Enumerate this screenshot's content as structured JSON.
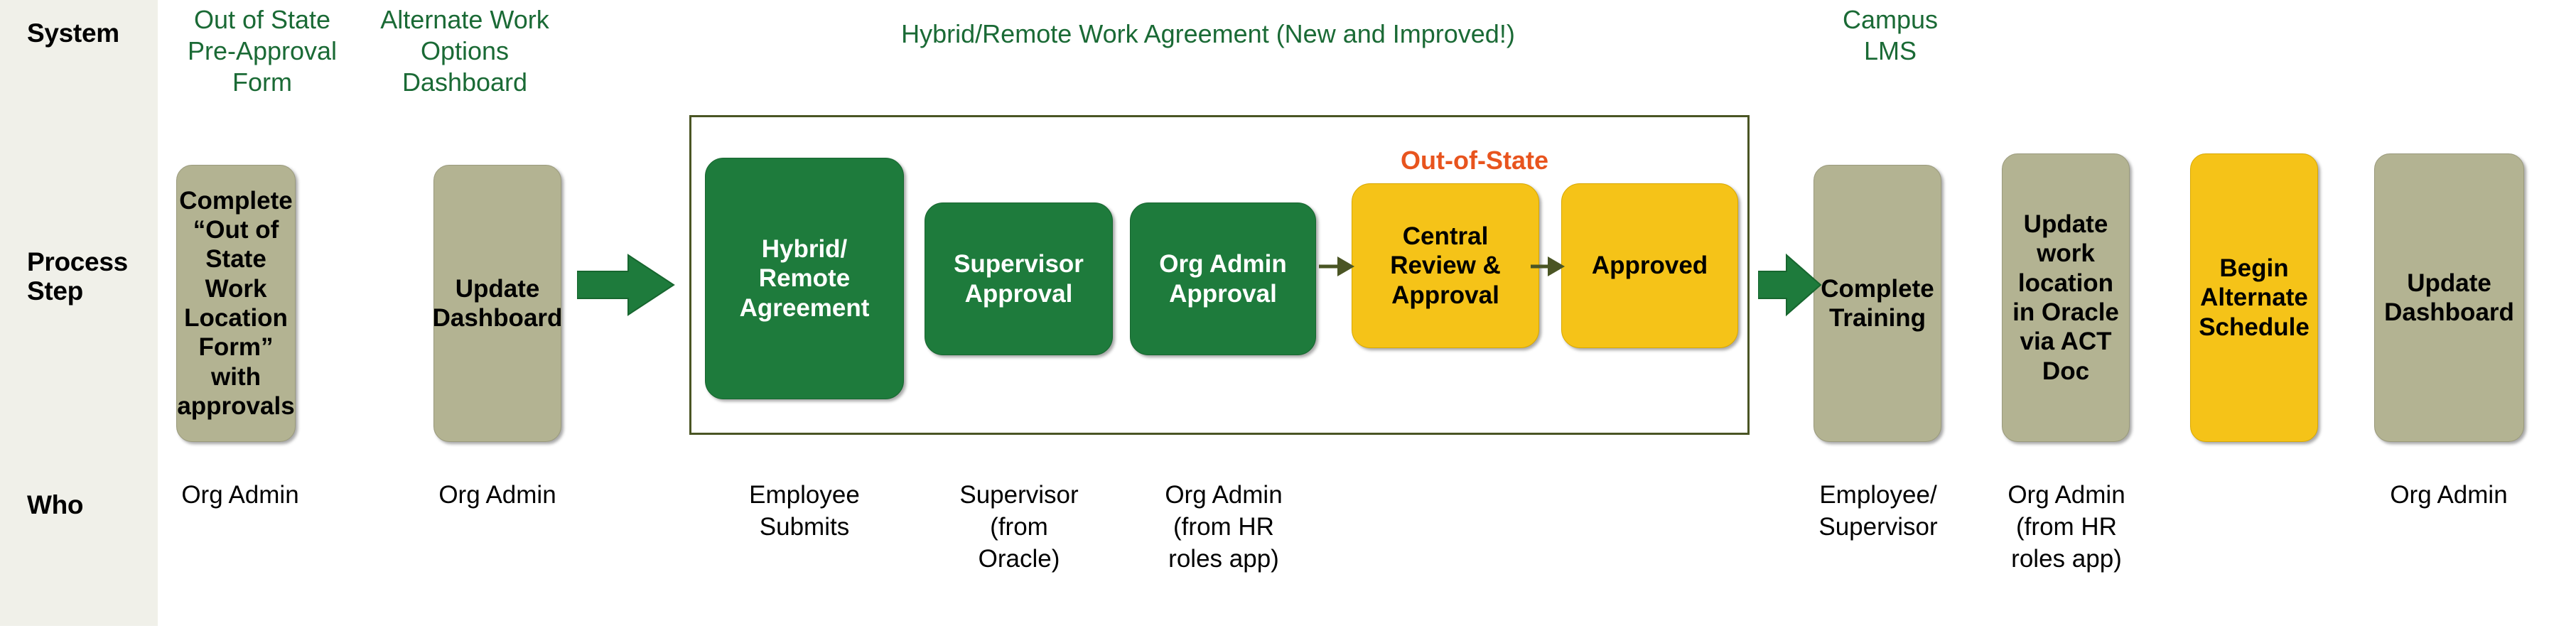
{
  "row_labels": {
    "system": "System",
    "process_step": "Process\nStep",
    "system_line1": "System",
    "process_line1": "Process",
    "process_line2": "Step",
    "who": "Who"
  },
  "colors": {
    "green_text": "#1A6A35",
    "green_box": "#1E7B3C",
    "khaki_box": "#B3B392",
    "yellow_box": "#F5C318",
    "orange_annotation": "#E8541E",
    "group_border": "#4A5524",
    "label_column_bg": "#F0F0E9",
    "arrow_green": "#1E7B3C",
    "arrow_olive": "#4A5524"
  },
  "systems": [
    {
      "id": "out-of-state-pre-approval-form",
      "lines": [
        "Out of State",
        "Pre-Approval",
        "Form"
      ]
    },
    {
      "id": "alternate-work-options-dashboard",
      "lines": [
        "Alternate Work",
        "Options",
        "Dashboard"
      ]
    },
    {
      "id": "hybrid-remote-work-agreement",
      "lines": [
        "Hybrid/Remote Work Agreement (New and Improved!)"
      ]
    },
    {
      "id": "campus-lms",
      "lines": [
        "Campus",
        "LMS"
      ]
    }
  ],
  "annotations": [
    {
      "id": "out-of-state",
      "text": "Out-of-State"
    }
  ],
  "process_steps": [
    {
      "id": "complete-out-of-state-work-location-form",
      "style": "khaki",
      "lines": [
        "Complete",
        "“Out of State",
        "Work",
        "Location",
        "Form” with",
        "approvals"
      ]
    },
    {
      "id": "update-dashboard-1",
      "style": "khaki",
      "lines": [
        "Update",
        "Dashboard"
      ]
    },
    {
      "id": "hybrid-remote-agreement",
      "style": "green",
      "lines": [
        "Hybrid/",
        "Remote",
        "Agreement"
      ]
    },
    {
      "id": "supervisor-approval",
      "style": "green",
      "lines": [
        "Supervisor",
        "Approval"
      ]
    },
    {
      "id": "org-admin-approval",
      "style": "green",
      "lines": [
        "Org Admin",
        "Approval"
      ]
    },
    {
      "id": "central-review-and-approval",
      "style": "yellow",
      "lines": [
        "Central",
        "Review &",
        "Approval"
      ]
    },
    {
      "id": "approved",
      "style": "yellow",
      "lines": [
        "Approved"
      ]
    },
    {
      "id": "complete-training",
      "style": "khaki",
      "lines": [
        "Complete",
        "Training"
      ]
    },
    {
      "id": "update-work-location-in-oracle-via-act-doc",
      "style": "khaki",
      "lines": [
        "Update",
        "work",
        "location",
        "in Oracle",
        "via ACT",
        "Doc"
      ]
    },
    {
      "id": "begin-alternate-schedule",
      "style": "yellow",
      "lines": [
        "Begin",
        "Alternate",
        "Schedule"
      ]
    },
    {
      "id": "update-dashboard-2",
      "style": "khaki",
      "lines": [
        "Update",
        "Dashboard"
      ]
    }
  ],
  "who": [
    {
      "id": "who-org-admin-1",
      "lines": [
        "Org Admin"
      ]
    },
    {
      "id": "who-org-admin-2",
      "lines": [
        "Org Admin"
      ]
    },
    {
      "id": "who-employee-submits",
      "lines": [
        "Employee",
        "Submits"
      ]
    },
    {
      "id": "who-supervisor-from-oracle",
      "lines": [
        "Supervisor",
        "(from",
        "Oracle)"
      ]
    },
    {
      "id": "who-org-admin-from-hr-roles-app-1",
      "lines": [
        "Org Admin",
        "(from HR",
        "roles app)"
      ]
    },
    {
      "id": "who-employee-supervisor",
      "lines": [
        "Employee/",
        "Supervisor"
      ]
    },
    {
      "id": "who-org-admin-from-hr-roles-app-2",
      "lines": [
        "Org Admin",
        "(from HR",
        "roles app)"
      ]
    },
    {
      "id": "who-org-admin-3",
      "lines": [
        "Org Admin"
      ]
    }
  ],
  "arrows": [
    {
      "id": "arrow-into-agreement",
      "kind": "big"
    },
    {
      "id": "arrow-org-admin-to-central",
      "kind": "small"
    },
    {
      "id": "arrow-central-to-approved",
      "kind": "small"
    },
    {
      "id": "arrow-out-to-training",
      "kind": "big"
    }
  ]
}
